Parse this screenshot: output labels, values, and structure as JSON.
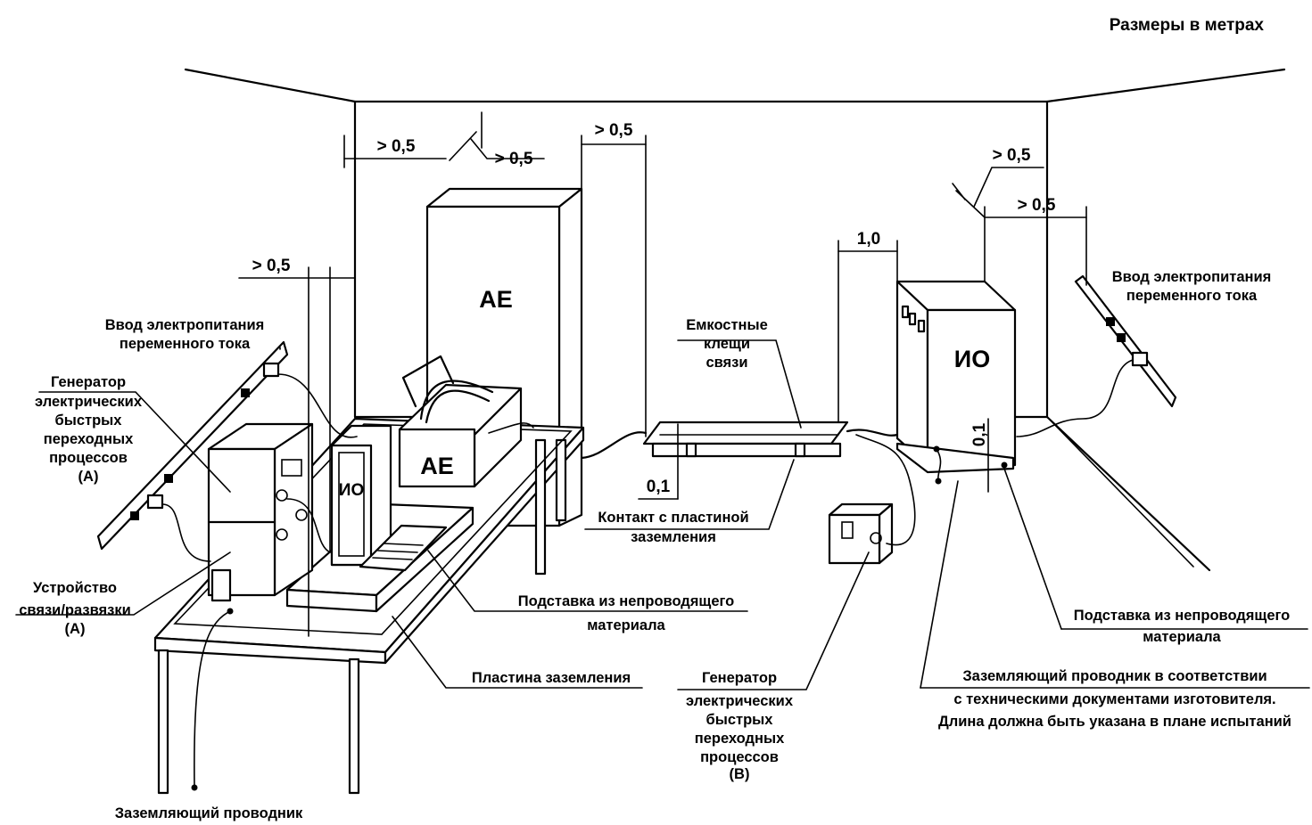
{
  "header": {
    "units": "Размеры в метрах"
  },
  "dimensions": {
    "gt05_a": "> 0,5",
    "gt05_b": "> 0,5",
    "gt05_c": "> 0,5",
    "gt05_d": "> 0,5",
    "gt05_e": "> 0,5",
    "gt05_f": "> 0,5",
    "d10": "1,0",
    "d01_a": "0,1",
    "d01_b": "0,1"
  },
  "labels": {
    "ae_cabinet": "AE",
    "ae_table": "AE",
    "io_cabinet": "ИО",
    "io_table": "ИО",
    "ac_in_left": [
      "Ввод электропитания",
      "переменного тока"
    ],
    "ac_in_right": [
      "Ввод электропитания",
      "переменного тока"
    ],
    "gen_a": [
      "Генератор",
      "электрических",
      "быстрых",
      "переходных",
      "процессов",
      "(A)"
    ],
    "cdn_a": [
      "Устройство",
      "связи/развязки",
      "(A)"
    ],
    "cap_clamp": [
      "Емкостные",
      "клещи",
      "связи"
    ],
    "contact_plate": [
      "Контакт с пластиной",
      "заземления"
    ],
    "stand_mid": [
      "Подставка из непроводящего",
      "материала"
    ],
    "stand_right": [
      "Подставка из непроводящего",
      "материала"
    ],
    "ground_plate": "Пластина заземления",
    "gen_b": [
      "Генератор",
      "электрических",
      "быстрых",
      "переходных",
      "процессов",
      "(B)"
    ],
    "ground_conductor_note": [
      "Заземляющий проводник в соответствии",
      "с техническими документами изготовителя.",
      "Длина должна быть указана в плане испытаний"
    ],
    "ground_conductor_bottom": "Заземляющий проводник"
  }
}
